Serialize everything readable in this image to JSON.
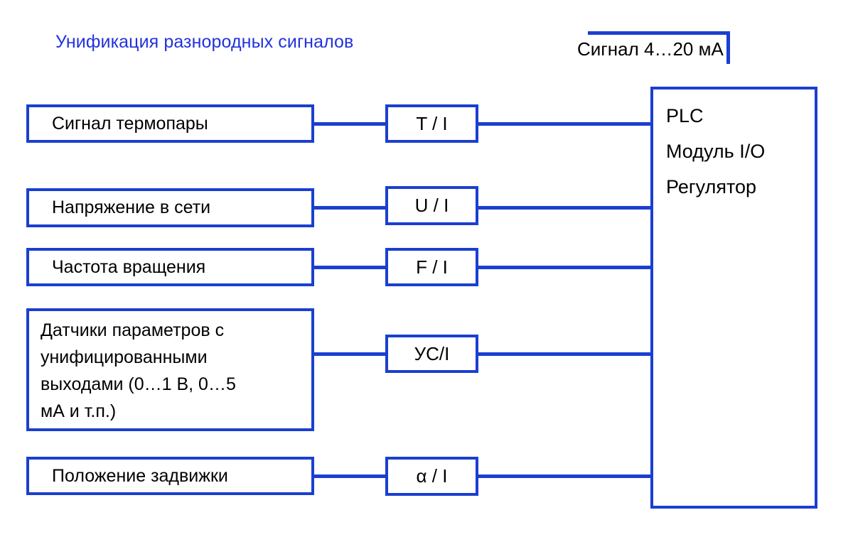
{
  "diagram": {
    "title": "Унификация разнородных сигналов",
    "annotation": {
      "label": "Сигнал 4…20 мА",
      "leader_icon": "leader-line-icon"
    },
    "colors": {
      "line": "#1a3fd0",
      "title_text": "#2233dd",
      "body_text": "#000000",
      "background": "#ffffff"
    },
    "rows": [
      {
        "source": {
          "lines": [
            "Сигнал термопары"
          ]
        },
        "converter": "T / I"
      },
      {
        "source": {
          "lines": [
            "Напряжение в сети"
          ]
        },
        "converter": "U / I"
      },
      {
        "source": {
          "lines": [
            "Частота вращения"
          ]
        },
        "converter": "F / I"
      },
      {
        "source": {
          "lines": [
            "Датчики параметров с",
            "унифицированными",
            "выходами (0…1 В, 0…5",
            "мА и т.п.)"
          ]
        },
        "converter": "УС/I"
      },
      {
        "source": {
          "lines": [
            "Положение задвижки"
          ]
        },
        "converter": "α / I"
      }
    ],
    "controller": {
      "lines": [
        "PLC",
        "Модуль I/O",
        "Регулятор"
      ]
    }
  }
}
